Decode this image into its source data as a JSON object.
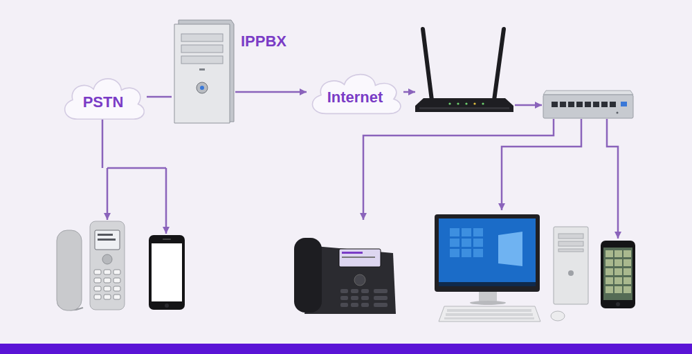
{
  "diagram": {
    "nodes": [
      {
        "text": [
          "PSTN"
        ]
      },
      {
        "text": [
          "IPPBX"
        ]
      },
      {
        "text": [
          "Internet"
        ]
      }
    ],
    "edges": [
      {
        "from": 0,
        "to": 1,
        "arrow": "none"
      },
      {
        "from": 1,
        "to": 2,
        "arrow": "to"
      }
    ]
  }
}
